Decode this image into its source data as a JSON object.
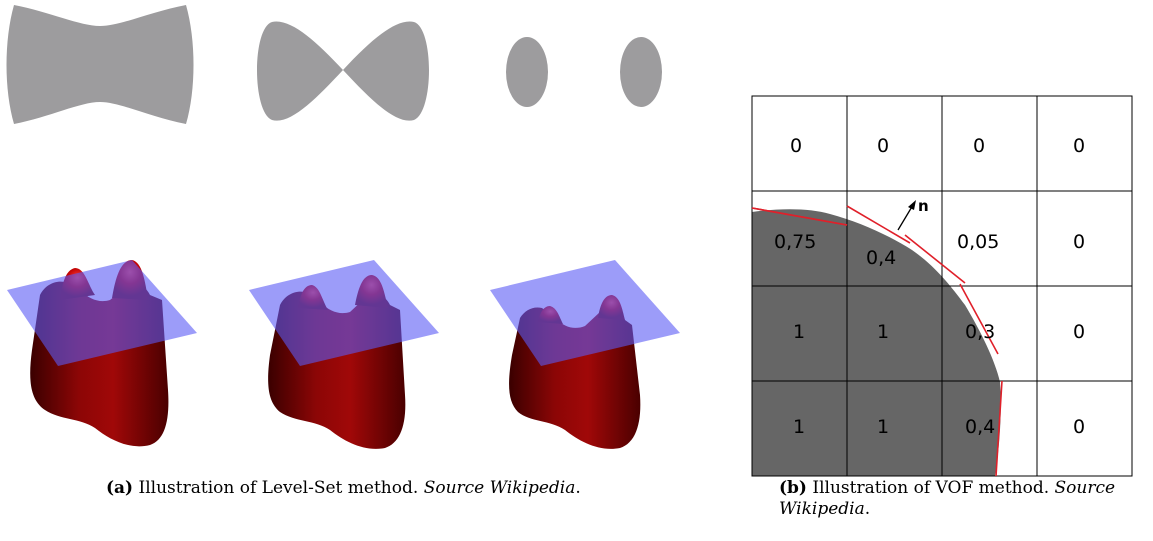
{
  "caption_a": {
    "tag": "(a)",
    "text": " Illustration of Level-Set method. ",
    "source": "Source Wikipedia"
  },
  "caption_b": {
    "tag": "(b)",
    "text": " Illustration of VOF method. ",
    "source": "Source Wikipedia"
  },
  "vof": {
    "normal_label": "n",
    "cells": [
      [
        "0",
        "0",
        "0",
        "0"
      ],
      [
        "0,75",
        "0,4",
        "0,05",
        "0"
      ],
      [
        "1",
        "1",
        "0,3",
        "0"
      ],
      [
        "1",
        "1",
        "0,4",
        "0"
      ]
    ]
  },
  "colors": {
    "level_set_blob": "#9d9c9e",
    "surface": "#8b0000",
    "plane": "#6f6ff5",
    "vof_fluid": "#666666",
    "interface": "#e0202a"
  }
}
